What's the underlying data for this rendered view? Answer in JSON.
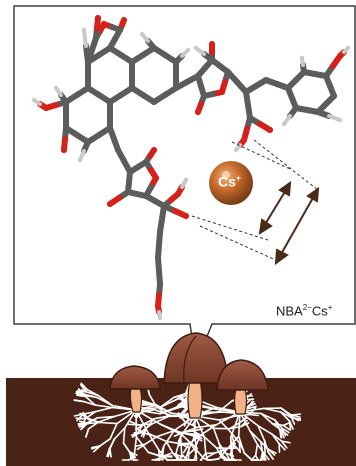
{
  "labels": {
    "cation_symbol": "Cs",
    "cation_charge": "+",
    "complex_prefix": "NBA",
    "complex_charge": "2−",
    "complex_suffix": "Cs",
    "complex_suffix_charge": "+"
  },
  "colors": {
    "carbon": "#5c5c5c",
    "oxygen": "#d6201a",
    "hydrogen": "#c9c9c9",
    "cesium": "#b5601f",
    "soil": "#4a2216",
    "mycelium": "#ffffff",
    "mushroom_cap": "#8a4a36",
    "mushroom_stem": "#f2b487",
    "frame": "#333333",
    "arrow": "#4a2a1a"
  },
  "icons": [
    "cesium-ion-icon",
    "mushroom-icon",
    "double-arrow-icon"
  ]
}
